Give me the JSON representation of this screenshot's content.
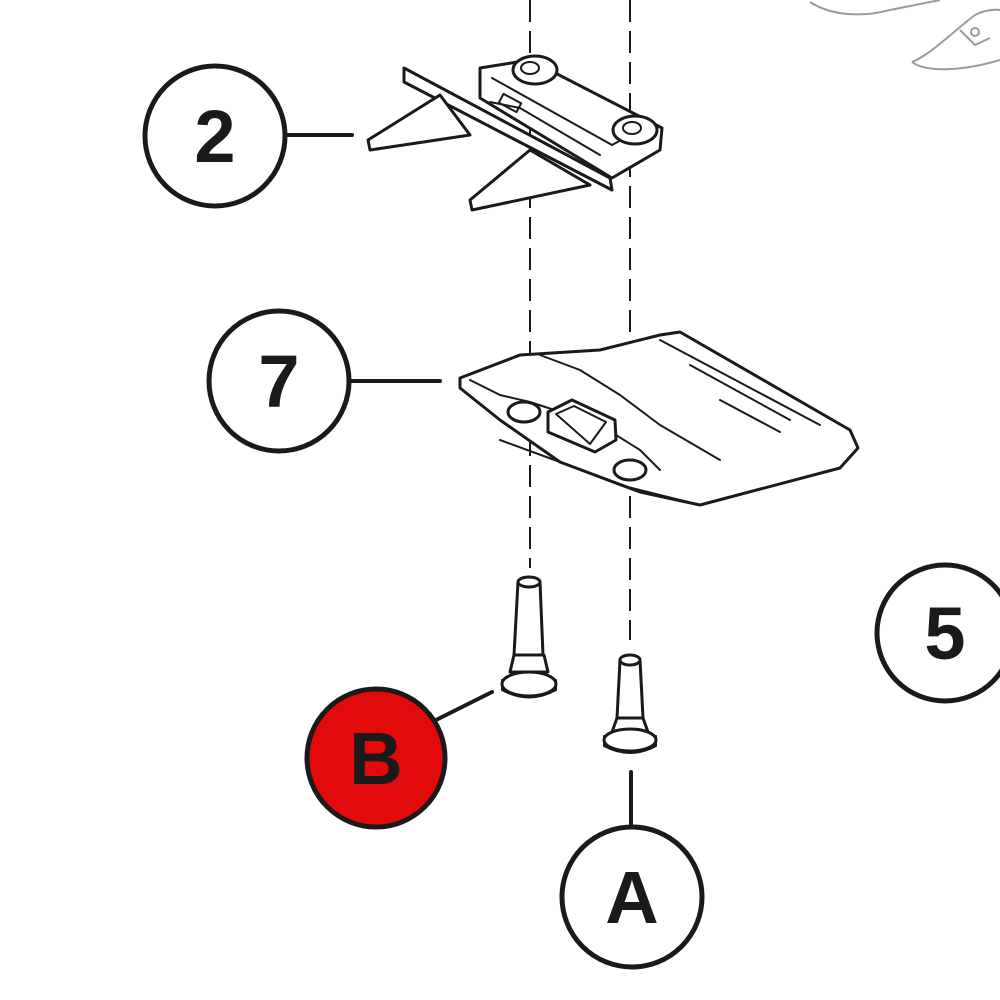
{
  "callouts": {
    "part_2": "2",
    "part_7": "7",
    "part_5": "5",
    "part_b": "B",
    "part_a": "A"
  },
  "colors": {
    "highlight": "#e20a0a",
    "line": "#1a1a1a",
    "background": "#ffffff",
    "ghost": "#9a9a9a"
  },
  "highlighted_callout": "B"
}
